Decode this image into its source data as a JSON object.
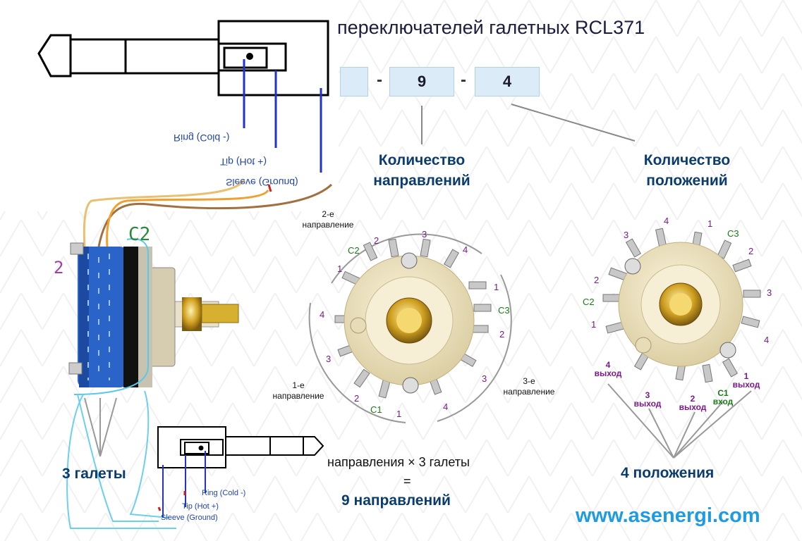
{
  "title": "переключателей галетных RCL371",
  "code_boxes": {
    "box_2": "9",
    "box_3": "4",
    "separator": "-"
  },
  "labels": {
    "directions_count": [
      "Количество",
      "направлений"
    ],
    "positions_count": [
      "Количество",
      "положений"
    ],
    "dir_2": [
      "2-е",
      "направление"
    ],
    "dir_1": [
      "1-е",
      "направление"
    ],
    "dir_3": [
      "3-е",
      "направление"
    ],
    "three_wafers": "3 галеты",
    "formula_line1": "направления  ×  3 галеты",
    "formula_eq": "=",
    "formula_result": "9 направлений",
    "four_positions": "4 положения",
    "website": "www.asenergi.com",
    "hand_c2": "C2",
    "hand_2": "2"
  },
  "jack_top": {
    "ring": "Ring (Cold -)",
    "tip": "Tip (Hot +)",
    "sleeve": "Sleeve (Ground)"
  },
  "jack_bottom": {
    "ring": "Ring (Cold -)",
    "tip": "Tip (Hot +)",
    "sleeve": "Sleeve (Ground)"
  },
  "left_dial": {
    "top_1": "1",
    "top_c2": "C2",
    "top_2": "2",
    "top_3": "3",
    "top_4": "4",
    "right_1": "1",
    "right_c3": "C3",
    "right_2": "2",
    "right_3": "3",
    "right_4": "4",
    "left_4": "4",
    "left_3": "3",
    "left_2": "2",
    "left_c1": "C1",
    "left_1": "1"
  },
  "right_dial": {
    "p3": "3",
    "p4": "4",
    "p1": "1",
    "c3": "C3",
    "p2r": "2",
    "p3r": "3",
    "p4r": "4",
    "p2l": "2",
    "c2": "C2",
    "p1l": "1",
    "out4": [
      "4",
      "выход"
    ],
    "out3": [
      "3",
      "выход"
    ],
    "out2": [
      "2",
      "выход"
    ],
    "in_c1": [
      "C1",
      "вход"
    ],
    "out1": [
      "1",
      "выход"
    ]
  },
  "colors": {
    "heading": "#0b3c6e",
    "url": "#1f9be0",
    "purple": "#7a1a8a",
    "green": "#1a7a1a",
    "wire_blue": "#2233cc"
  }
}
